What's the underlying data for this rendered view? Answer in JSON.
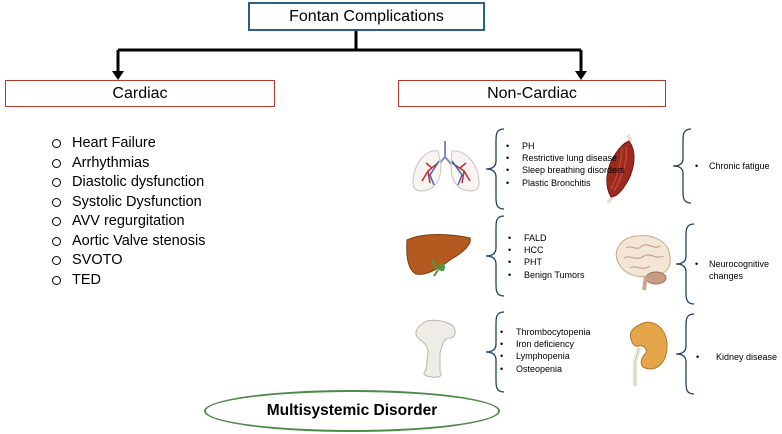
{
  "title": "Fontan Complications",
  "cardiac": {
    "label": "Cardiac",
    "items": [
      "Heart Failure",
      "Arrhythmias",
      "Diastolic dysfunction",
      "Systolic Dysfunction",
      "AVV regurgitation",
      "Aortic Valve stenosis",
      "SVOTO",
      "TED"
    ]
  },
  "non_cardiac": {
    "label": "Non-Cardiac",
    "lungs": [
      "PH",
      "Restrictive lung disease",
      "Sleep breathing disorders",
      "Plastic Bronchitis"
    ],
    "muscle": "Chronic fatigue",
    "liver": [
      "FALD",
      "HCC",
      "PHT",
      "Benign Tumors"
    ],
    "brain": "Neurocognitive changes",
    "bone": [
      "Thrombocytopenia",
      "Iron deficiency",
      "Lymphopenia",
      "Osteopenia"
    ],
    "kidney": "Kidney disease"
  },
  "footer": "Multisystemic Disorder",
  "colors": {
    "title_border": "#2e5e84",
    "category_border": "#b23a2e",
    "ellipse_border": "#4c8a46"
  },
  "icons": [
    "lungs-icon",
    "muscle-icon",
    "liver-icon",
    "brain-icon",
    "bone-icon",
    "kidney-icon"
  ]
}
